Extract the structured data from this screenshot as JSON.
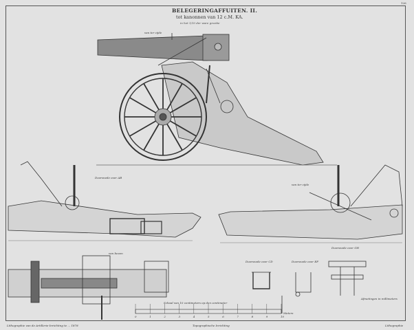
{
  "plate": {
    "number": "126",
    "title": "BELEGERINGAFFUITEN. II.",
    "subtitle": "tot kanonnen van 12 c.M. KA.",
    "scale_note": "in het 1/10 der ware grootte"
  },
  "views": {
    "side": "van ter zijde",
    "side_right": "van ter zijde",
    "top": "van boven",
    "section_ab": "Doorsnede over AB",
    "section_cd": "Doorsnede over CD",
    "section_ef": "Doorsnede over EF",
    "section_gh": "Doorsnede over GH"
  },
  "scale_bar": {
    "title": "Schaal van 10 centimeters op den centimeter",
    "unit": "Meters",
    "ticks": [
      "0",
      "1",
      "2",
      "3",
      "4",
      "5",
      "6",
      "7",
      "8",
      "9",
      "10"
    ]
  },
  "footer": {
    "left": "Lithographie van de Artillerie-Inrichting te ... 1878",
    "center": "Topographische Inrichting",
    "right": "Afmetingen in millimeters",
    "signature": "Lithographie"
  }
}
